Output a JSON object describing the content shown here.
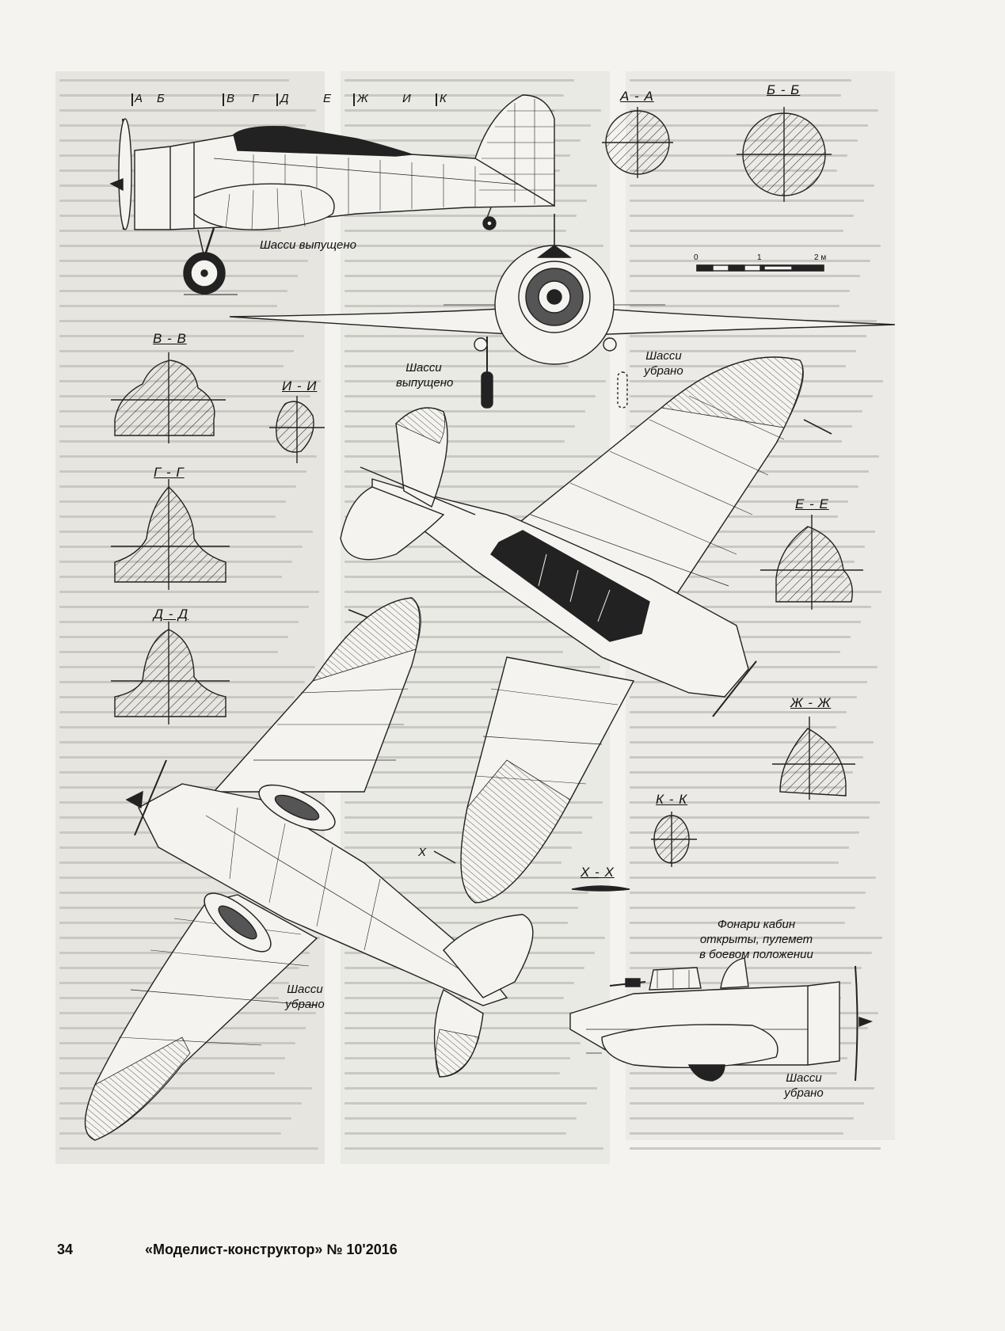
{
  "page": {
    "number": "34",
    "journal": "«Моделист-конструктор» № 10'2016"
  },
  "station_markers": [
    "А",
    "Б",
    "В",
    "Г",
    "Д",
    "Е",
    "Ж",
    "И",
    "К"
  ],
  "sections": {
    "aa": "А - А",
    "bb": "Б - Б",
    "vv": "В - В",
    "ii": "И - И",
    "gg": "Г - Г",
    "dd": "Д - Д",
    "ee": "Е - Е",
    "zhzh": "Ж - Ж",
    "kk": "К - К",
    "xx": "Х - Х",
    "x": "Х"
  },
  "scale": {
    "t0": "0",
    "t1": "1",
    "t2": "2 м"
  },
  "labels": {
    "gear_down_side": "Шасси выпущено",
    "gear_down_front": "Шасси выпущено",
    "gear_up_front": "Шасси убрано",
    "gear_up_bottom": "Шасси убрано",
    "gear_up_side": "Шасси убрано",
    "canopy_note": "Фонари кабин открыты, пулемет в боевом положении"
  },
  "colors": {
    "ink": "#222222",
    "paper": "#f4f3ef",
    "bleed": "#e6e5e0"
  }
}
